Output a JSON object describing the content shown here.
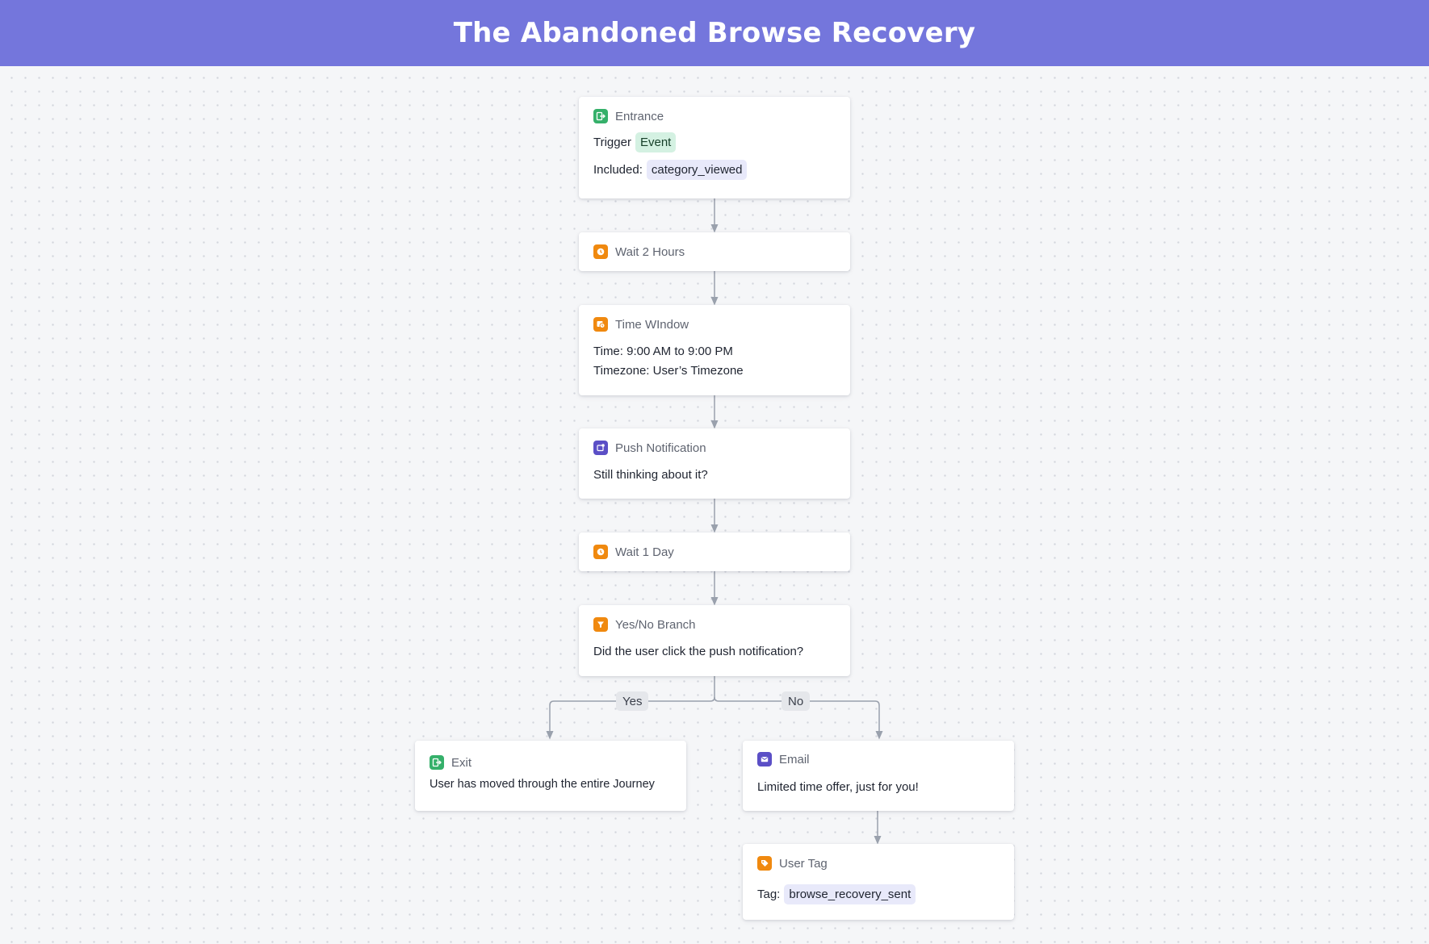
{
  "title": "The Abandoned Browse Recovery",
  "nodes": {
    "entrance": {
      "icon": "entrance-icon",
      "title": "Entrance",
      "trigger_label": "Trigger",
      "trigger_value": "Event",
      "included_label": "Included:",
      "included_value": "category_viewed"
    },
    "wait_2h": {
      "icon": "clock-icon",
      "title": "Wait 2 Hours"
    },
    "time_window": {
      "icon": "time-window-icon",
      "title": "Time WIndow",
      "time_line": "Time: 9:00 AM to 9:00 PM",
      "timezone_line": "Timezone: User’s Timezone"
    },
    "push": {
      "icon": "push-notification-icon",
      "title": "Push Notification",
      "message": "Still thinking about it?"
    },
    "wait_1d": {
      "icon": "clock-icon",
      "title": "Wait 1 Day"
    },
    "branch": {
      "icon": "filter-icon",
      "title": "Yes/No Branch",
      "question": "Did the user click the push notification?",
      "yes_label": "Yes",
      "no_label": "No"
    },
    "exit": {
      "icon": "exit-icon",
      "title": "Exit",
      "message": "User has moved through the entire Journey"
    },
    "email": {
      "icon": "email-icon",
      "title": "Email",
      "message": "Limited time offer, just for you!"
    },
    "user_tag": {
      "icon": "tag-icon",
      "title": "User Tag",
      "tag_label": "Tag:",
      "tag_value": "browse_recovery_sent"
    }
  },
  "colors": {
    "header": "#7476dc",
    "green": "#35b06a",
    "orange": "#f0890f",
    "purple": "#5b4fc6",
    "connector": "#9aa1ad"
  }
}
